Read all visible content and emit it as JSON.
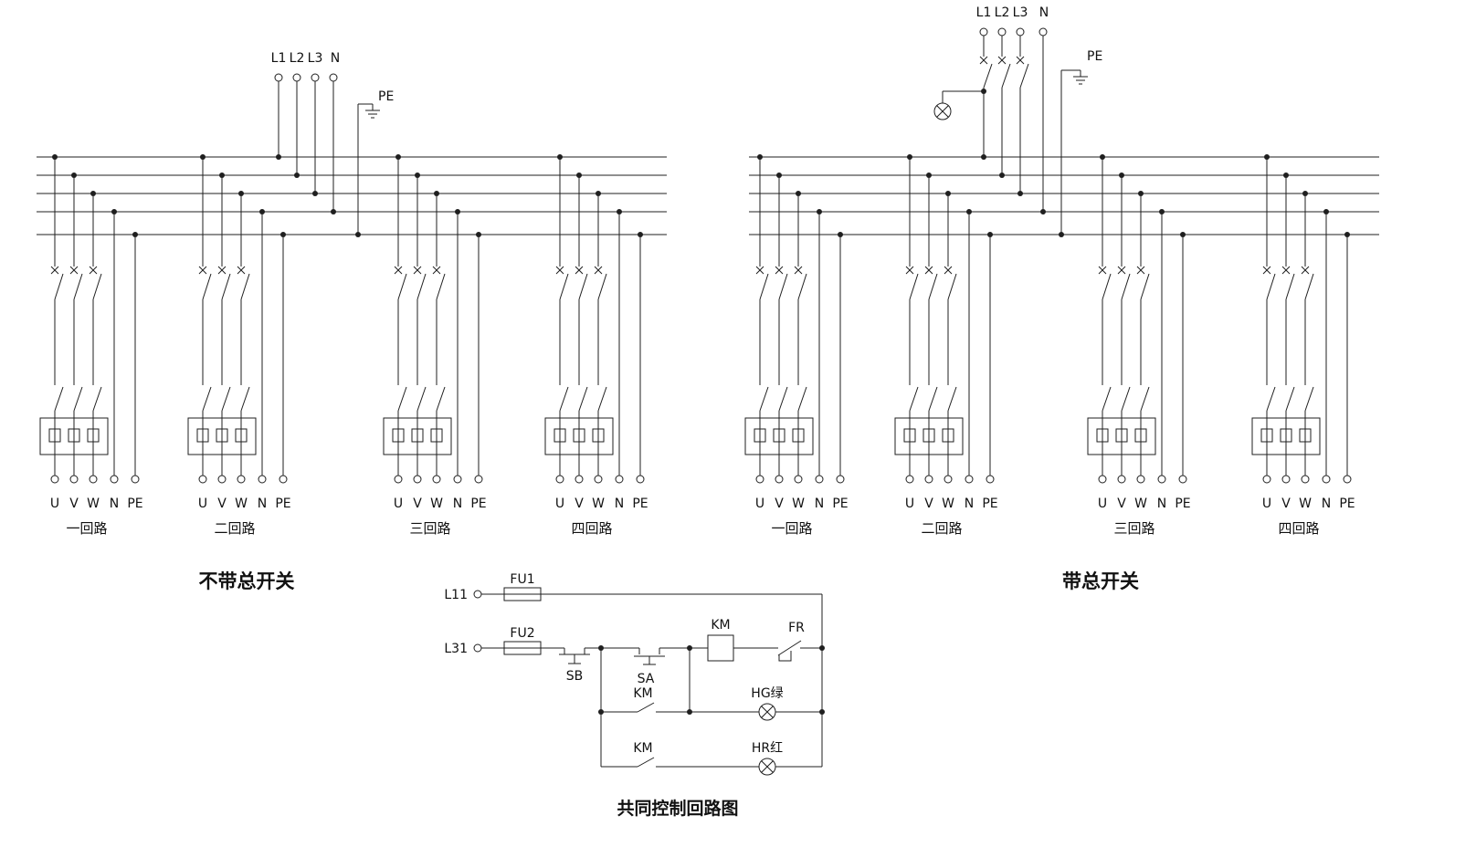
{
  "supply": {
    "l1": "L1",
    "l2": "L2",
    "l3": "L3",
    "n": "N",
    "pe": "PE"
  },
  "terminals": {
    "u": "U",
    "v": "V",
    "w": "W",
    "n": "N",
    "pe": "PE"
  },
  "left_panel": {
    "title": "不带总开关",
    "circuits": [
      {
        "name": "一回路"
      },
      {
        "name": "二回路"
      },
      {
        "name": "三回路"
      },
      {
        "name": "四回路"
      }
    ]
  },
  "right_panel": {
    "title": "带总开关",
    "circuits": [
      {
        "name": "一回路"
      },
      {
        "name": "二回路"
      },
      {
        "name": "三回路"
      },
      {
        "name": "四回路"
      }
    ]
  },
  "control": {
    "title": "共同控制回路图",
    "l11": "L11",
    "l31": "L31",
    "fu1": "FU1",
    "fu2": "FU2",
    "sb": "SB",
    "sa": "SA",
    "km_coil": "KM",
    "km_aux_start": "KM",
    "km_aux_lamp": "KM",
    "fr": "FR",
    "hg_lamp": "HG绿",
    "hr_lamp": "HR红"
  }
}
